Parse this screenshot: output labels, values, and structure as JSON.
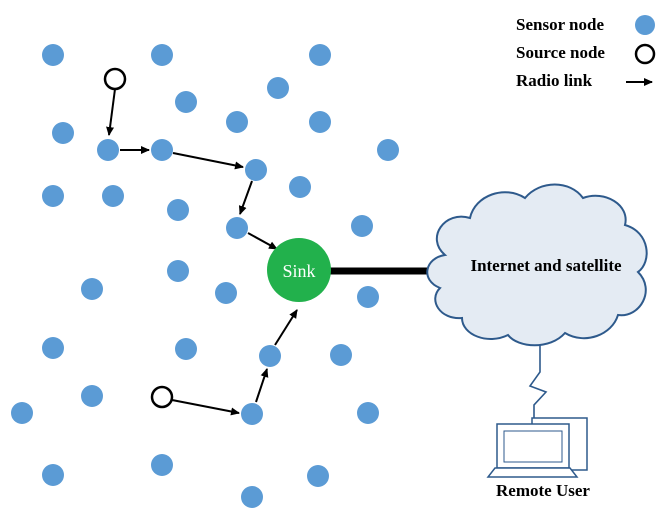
{
  "legend": {
    "sensor_label": "Sensor node",
    "source_label": "Source node",
    "link_label": "Radio link"
  },
  "sink": {
    "label": "Sink"
  },
  "cloud": {
    "label": "Internet and satellite"
  },
  "remote": {
    "label": "Remote User"
  },
  "colors": {
    "sensor": "#5b9bd5",
    "sink": "#22b14c",
    "cloud_fill": "#e4ebf3",
    "cloud_stroke": "#2e5a8c",
    "line": "#000000"
  },
  "icons": [
    "sensor-node-icon",
    "source-node-icon",
    "radio-link-arrow-icon",
    "cloud-icon",
    "computer-icon",
    "wireless-signal-icon"
  ]
}
